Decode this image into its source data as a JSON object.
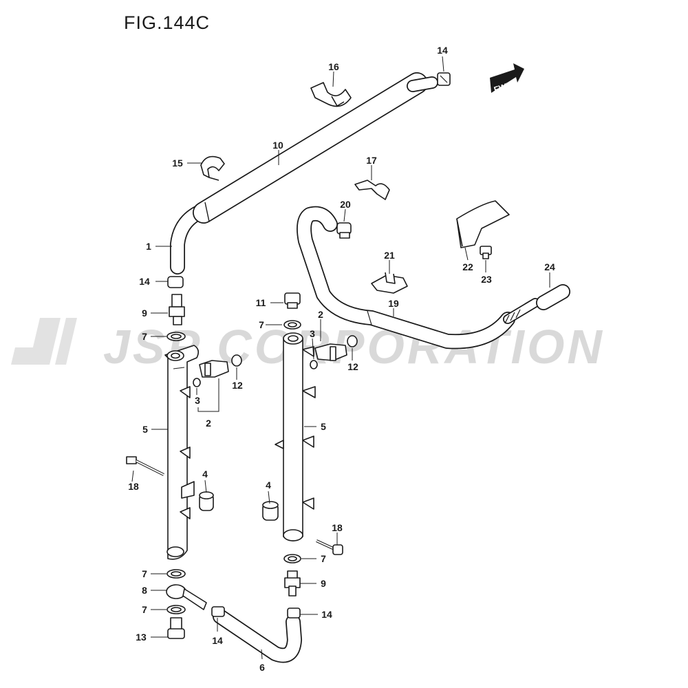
{
  "figure": {
    "title": "FIG.144C",
    "watermark": "JSP CORPORATION",
    "direction_tag": "FWD"
  },
  "callouts": [
    {
      "id": "c-14a",
      "text": "14"
    },
    {
      "id": "c-16",
      "text": "16"
    },
    {
      "id": "c-10",
      "text": "10"
    },
    {
      "id": "c-15",
      "text": "15"
    },
    {
      "id": "c-17",
      "text": "17"
    },
    {
      "id": "c-20",
      "text": "20"
    },
    {
      "id": "c-1",
      "text": "1"
    },
    {
      "id": "c-22",
      "text": "22"
    },
    {
      "id": "c-23",
      "text": "23"
    },
    {
      "id": "c-21",
      "text": "21"
    },
    {
      "id": "c-24",
      "text": "24"
    },
    {
      "id": "c-14b",
      "text": "14"
    },
    {
      "id": "c-19",
      "text": "19"
    },
    {
      "id": "c-11",
      "text": "11"
    },
    {
      "id": "c-9a",
      "text": "9"
    },
    {
      "id": "c-7a",
      "text": "7"
    },
    {
      "id": "c-2a",
      "text": "2"
    },
    {
      "id": "c-7b",
      "text": "7"
    },
    {
      "id": "c-3a",
      "text": "3"
    },
    {
      "id": "c-12a",
      "text": "12"
    },
    {
      "id": "c-12b",
      "text": "12"
    },
    {
      "id": "c-3b",
      "text": "3"
    },
    {
      "id": "c-2b",
      "text": "2"
    },
    {
      "id": "c-5a",
      "text": "5"
    },
    {
      "id": "c-5b",
      "text": "5"
    },
    {
      "id": "c-4a",
      "text": "4"
    },
    {
      "id": "c-18a",
      "text": "18"
    },
    {
      "id": "c-4b",
      "text": "4"
    },
    {
      "id": "c-18b",
      "text": "18"
    },
    {
      "id": "c-7c",
      "text": "7"
    },
    {
      "id": "c-7d",
      "text": "7"
    },
    {
      "id": "c-9b",
      "text": "9"
    },
    {
      "id": "c-8",
      "text": "8"
    },
    {
      "id": "c-7e",
      "text": "7"
    },
    {
      "id": "c-14c",
      "text": "14"
    },
    {
      "id": "c-13",
      "text": "13"
    },
    {
      "id": "c-14d",
      "text": "14"
    },
    {
      "id": "c-6",
      "text": "6"
    }
  ],
  "colors": {
    "ink": "#1a1a1a",
    "paper": "#ffffff",
    "watermark": "#d9d9d9"
  }
}
